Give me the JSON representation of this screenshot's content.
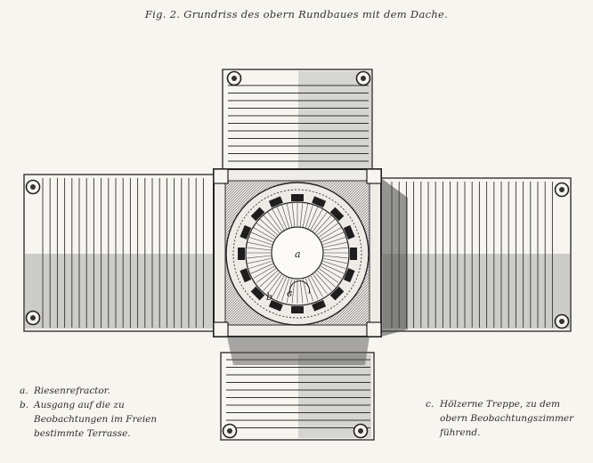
{
  "caption": "Fig. 2. Grundriss des obern Rundbaues mit dem Dache.",
  "plan_labels": {
    "a": "a",
    "b": "b",
    "c": "c"
  },
  "legend": [
    {
      "key": "a.",
      "text": "Riesenrefractor."
    },
    {
      "key": "b.",
      "text": "Ausgang auf die zu\nBeobachtungen im Freien\nbestimmte Terrasse."
    },
    {
      "key": "c.",
      "text": "Hölzerne Treppe, zu dem\nobern Beobachtungszimmer\nführend."
    }
  ],
  "colors": {
    "ink": "#2a2a2a",
    "paper": "#f7f5f0",
    "shade": "#8c8c8c"
  }
}
